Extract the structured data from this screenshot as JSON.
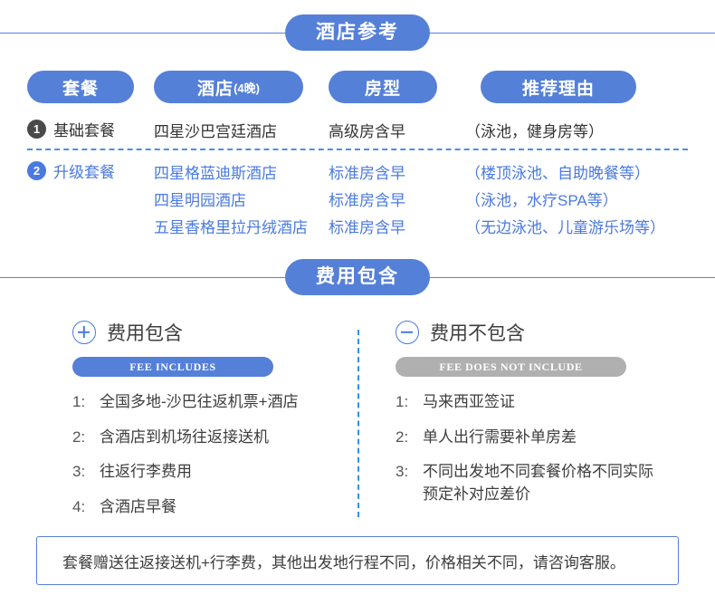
{
  "sections": {
    "hotel": {
      "title": "酒店参考"
    },
    "fee": {
      "title": "费用包含"
    }
  },
  "hotel_table": {
    "columns": [
      {
        "label": "套餐",
        "sub": ""
      },
      {
        "label": "酒店",
        "sub": "(4晚)"
      },
      {
        "label": "房型",
        "sub": ""
      },
      {
        "label": "推荐理由",
        "sub": ""
      }
    ],
    "packages": [
      {
        "index": "1",
        "name": "基础套餐",
        "accent": "dark",
        "rows": [
          {
            "hotel": "四星沙巴宫廷酒店",
            "room": "高级房含早",
            "reason": "（泳池，健身房等）"
          }
        ]
      },
      {
        "index": "2",
        "name": "升级套餐",
        "accent": "blue",
        "rows": [
          {
            "hotel": "四星格蓝迪斯酒店",
            "room": "标准房含早",
            "reason": "（楼顶泳池、自助晚餐等）"
          },
          {
            "hotel": "四星明园酒店",
            "room": "标准房含早",
            "reason": "（泳池，水疗SPA等）"
          },
          {
            "hotel": "五星香格里拉丹绒酒店",
            "room": "标准房含早",
            "reason": "（无边泳池、儿童游乐场等）"
          }
        ]
      }
    ]
  },
  "fee": {
    "included": {
      "icon": "plus-circle-icon",
      "title": "费用包含",
      "tag": "FEE INCLUDES",
      "items": [
        {
          "index": "1:",
          "text": "全国多地-沙巴往返机票+酒店"
        },
        {
          "index": "2:",
          "text": "含酒店到机场往返接送机"
        },
        {
          "index": "3:",
          "text": "往返行李费用"
        },
        {
          "index": "4:",
          "text": "含酒店早餐"
        }
      ]
    },
    "excluded": {
      "icon": "minus-circle-icon",
      "title": "费用不包含",
      "tag": "FEE DOES NOT INCLUDE",
      "items": [
        {
          "index": "1:",
          "text": "马来西亚签证"
        },
        {
          "index": "2:",
          "text": "单人出行需要补单房差"
        },
        {
          "index": "3:",
          "text": "不同出发地不同套餐价格不同实际\n预定补对应差价"
        }
      ]
    }
  },
  "note": {
    "text": "套餐赠送往返接送机+行李费，其他出发地行程不同，价格相关不同，请咨询客服。"
  },
  "colors": {
    "brand_blue": "#5580d8",
    "accent_blue": "#4a7ae0",
    "dashed_blue": "#2196f3",
    "badge_dark": "#4a4a4a",
    "tag_gray": "#b0b0b0"
  }
}
